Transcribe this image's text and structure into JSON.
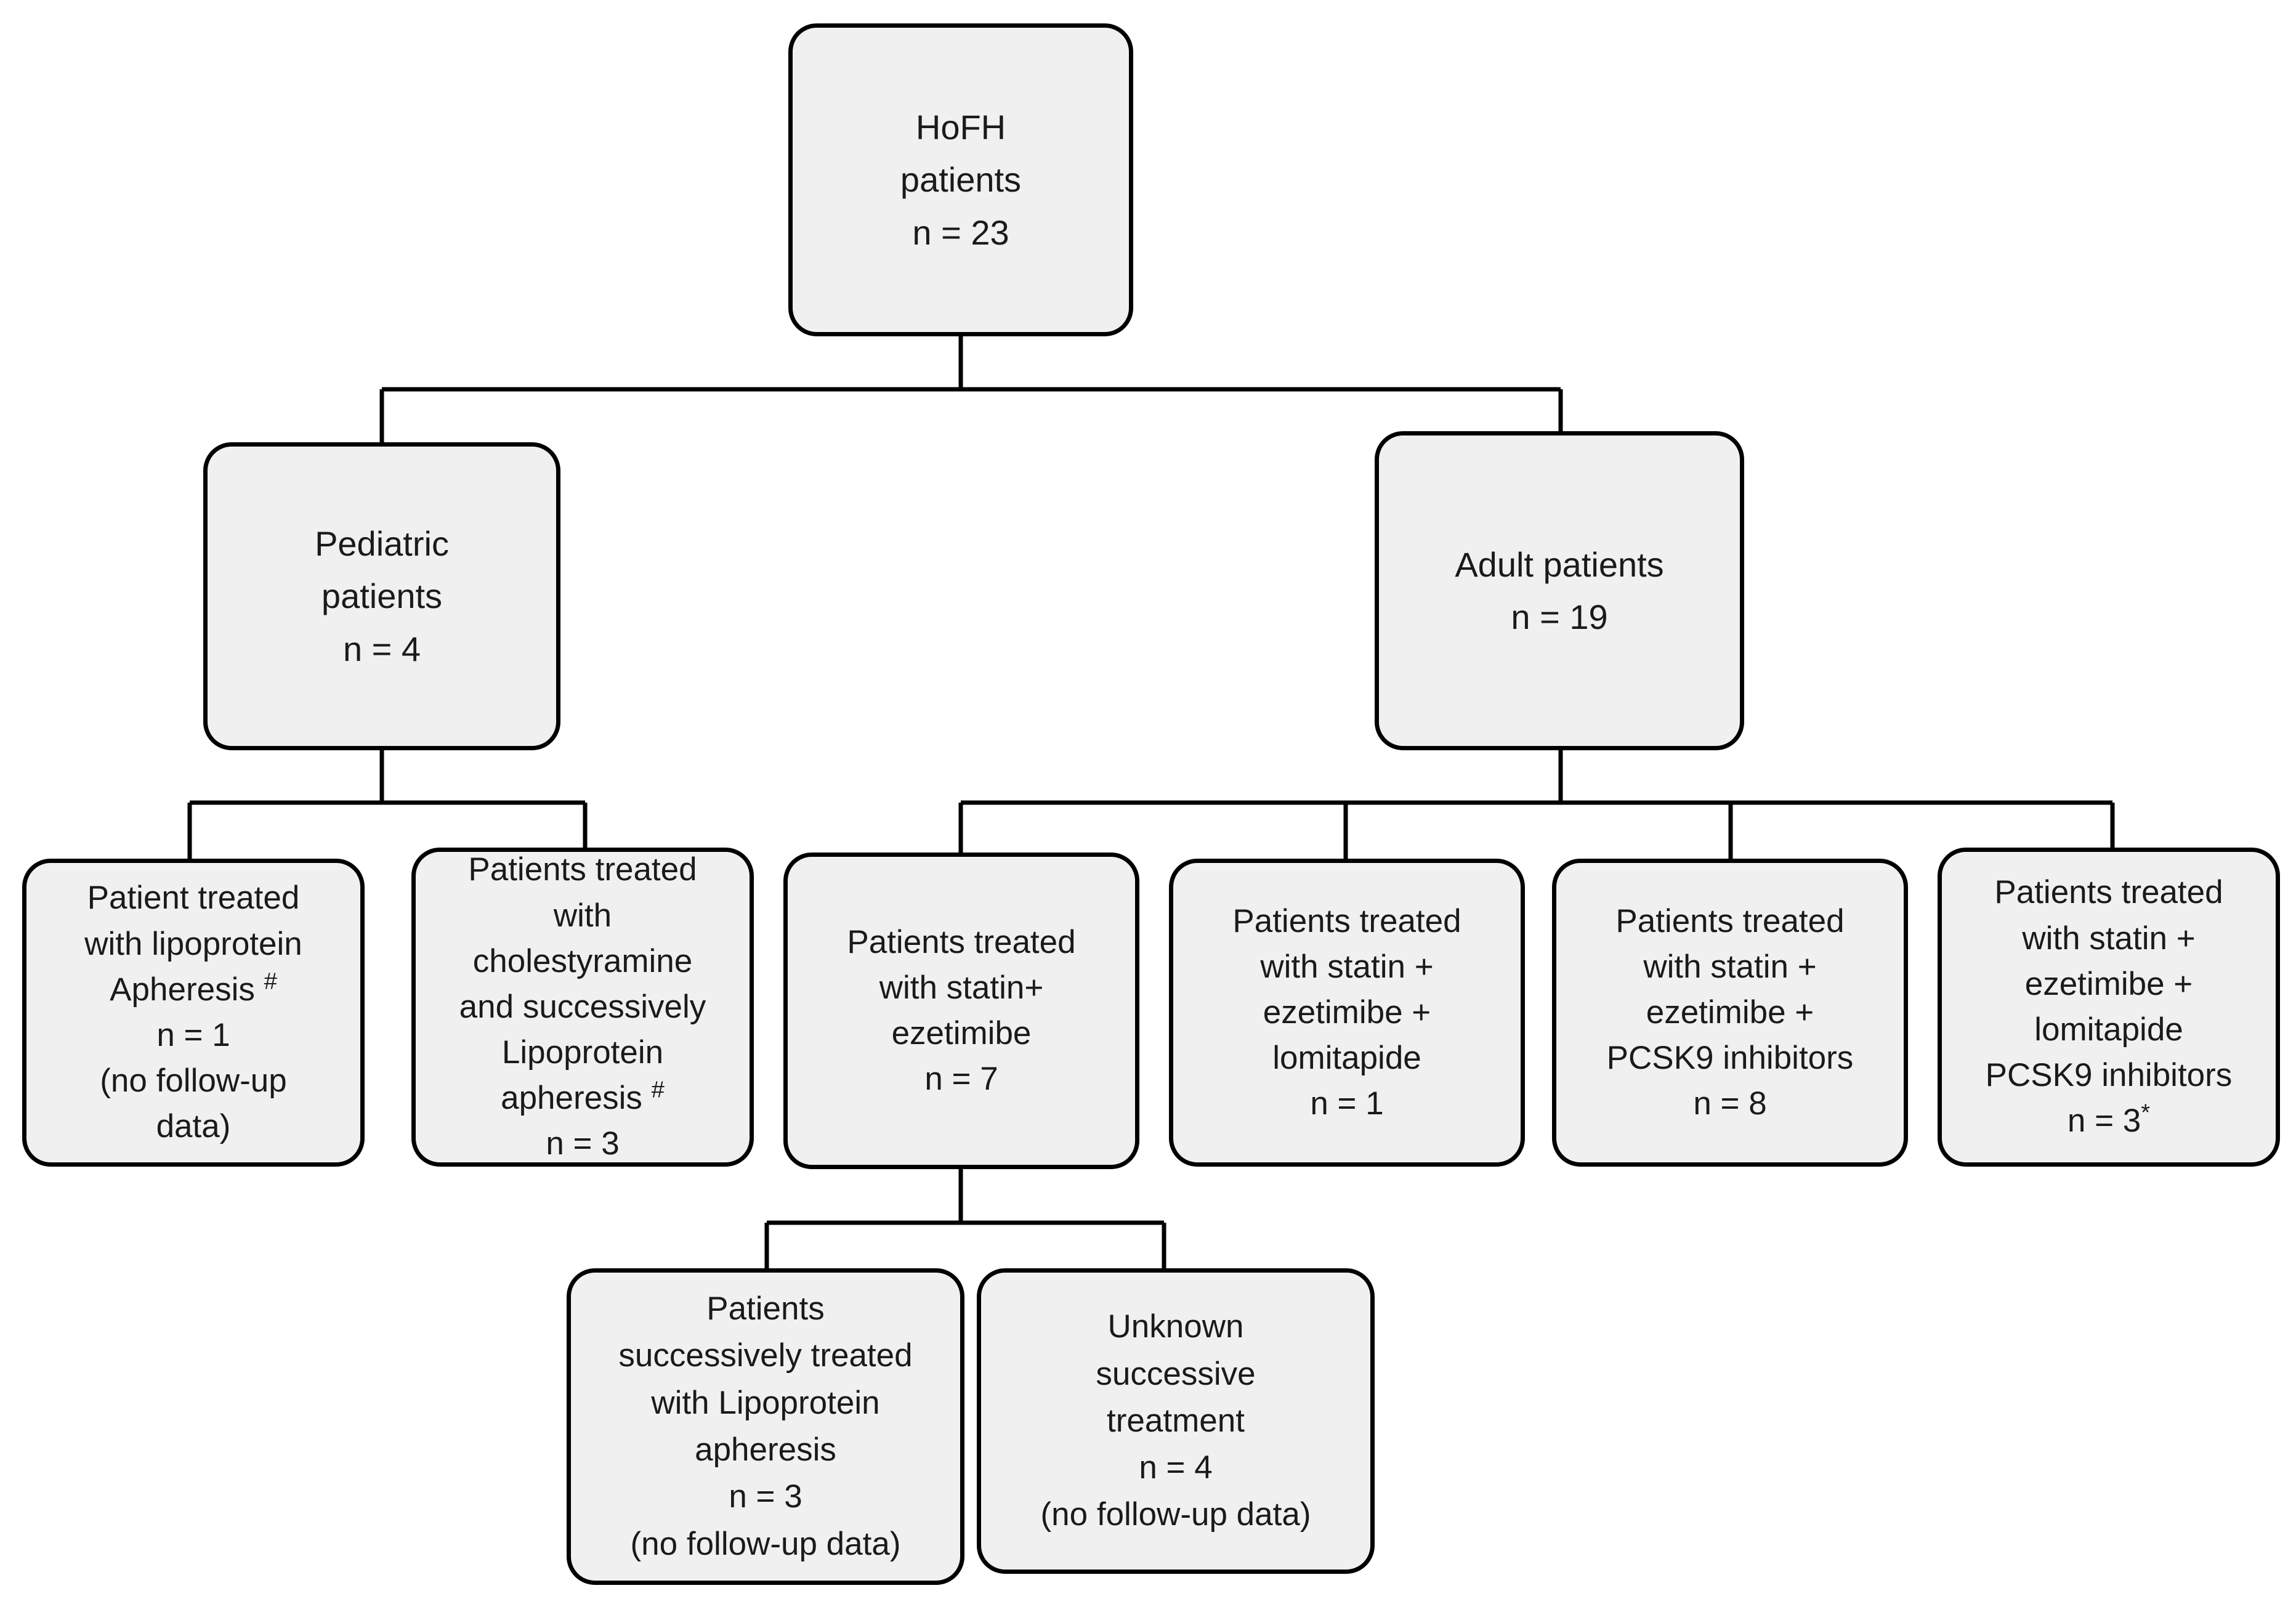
{
  "diagram": {
    "title": "HoFH patient treatment flow",
    "style": {
      "box_fill": "#f0f0f0",
      "box_border": "#000000",
      "connector_color": "#000000",
      "background": "#ffffff",
      "text_color": "#1a1a1a"
    },
    "footnote_markers": [
      "#",
      "*"
    ],
    "nodes": {
      "root": {
        "id": "hofh-patients",
        "lines": [
          "HoFH",
          "patients",
          "n = 23"
        ],
        "label": "HoFH patients",
        "count": 23,
        "count_text": "n = 23"
      },
      "pediatric": {
        "id": "pediatric-patients",
        "lines": [
          "Pediatric",
          "patients",
          "n = 4"
        ],
        "label": "Pediatric patients",
        "count": 4,
        "count_text": "n = 4"
      },
      "adult": {
        "id": "adult-patients",
        "lines": [
          "Adult patients",
          "n = 19"
        ],
        "label": "Adult patients",
        "count": 19,
        "count_text": "n = 19"
      },
      "ped_apheresis": {
        "id": "patient-lipoprotein-apheresis",
        "lines": [
          "Patient treated",
          "with lipoprotein",
          "Apheresis #",
          "n = 1",
          "(no follow-up",
          "data)"
        ],
        "label": "Patient treated with lipoprotein Apheresis #",
        "count": 1,
        "count_text": "n = 1",
        "note": "(no follow-up data)",
        "marker": "#"
      },
      "ped_cholestyramine": {
        "id": "patients-cholestyramine-apheresis",
        "lines": [
          "Patients treated",
          "with",
          "cholestyramine",
          "and successively",
          "Lipoprotein",
          "apheresis #",
          "n = 3"
        ],
        "label": "Patients treated with cholestyramine and successively Lipoprotein apheresis #",
        "count": 3,
        "count_text": "n = 3",
        "marker": "#"
      },
      "adult_statin_eze": {
        "id": "patients-statin-ezetimibe",
        "lines": [
          "Patients treated",
          "with statin+",
          "ezetimibe",
          "n = 7"
        ],
        "label": "Patients treated with statin+ ezetimibe",
        "count": 7,
        "count_text": "n = 7"
      },
      "adult_statin_eze_lomi": {
        "id": "patients-statin-ezetimibe-lomitapide",
        "lines": [
          "Patients treated",
          "with statin +",
          "ezetimibe +",
          "lomitapide",
          "n = 1"
        ],
        "label": "Patients treated with statin + ezetimibe + lomitapide",
        "count": 1,
        "count_text": "n = 1"
      },
      "adult_statin_eze_pcsk9": {
        "id": "patients-statin-ezetimibe-pcsk9",
        "lines": [
          "Patients treated",
          "with statin +",
          "ezetimibe +",
          "PCSK9 inhibitors",
          "n = 8"
        ],
        "label": "Patients treated with statin + ezetimibe + PCSK9 inhibitors",
        "count": 8,
        "count_text": "n = 8"
      },
      "adult_statin_eze_lomi_pcsk9": {
        "id": "patients-statin-ezetimibe-lomitapide-pcsk9",
        "lines": [
          "Patients treated",
          "with statin +",
          "ezetimibe +",
          "lomitapide",
          "PCSK9 inhibitors",
          "n = 3*"
        ],
        "label": "Patients treated with statin + ezetimibe + lomitapide PCSK9 inhibitors",
        "count": 3,
        "count_text": "n = 3*",
        "marker": "*"
      },
      "sub_apheresis": {
        "id": "patients-successive-lipoprotein-apheresis",
        "lines": [
          "Patients",
          "successively treated",
          "with Lipoprotein",
          "apheresis",
          "n = 3",
          "(no follow-up data)"
        ],
        "label": "Patients successively treated with Lipoprotein apheresis",
        "count": 3,
        "count_text": "n = 3",
        "note": "(no follow-up data)"
      },
      "sub_unknown": {
        "id": "unknown-successive-treatment",
        "lines": [
          "Unknown",
          "successive",
          "treatment",
          "n = 4",
          "(no follow-up data)"
        ],
        "label": "Unknown successive treatment",
        "count": 4,
        "count_text": "n = 4",
        "note": "(no follow-up data)"
      }
    },
    "edges": [
      {
        "from": "hofh-patients",
        "to": "pediatric-patients"
      },
      {
        "from": "hofh-patients",
        "to": "adult-patients"
      },
      {
        "from": "pediatric-patients",
        "to": "patient-lipoprotein-apheresis"
      },
      {
        "from": "pediatric-patients",
        "to": "patients-cholestyramine-apheresis"
      },
      {
        "from": "adult-patients",
        "to": "patients-statin-ezetimibe"
      },
      {
        "from": "adult-patients",
        "to": "patients-statin-ezetimibe-lomitapide"
      },
      {
        "from": "adult-patients",
        "to": "patients-statin-ezetimibe-pcsk9"
      },
      {
        "from": "adult-patients",
        "to": "patients-statin-ezetimibe-lomitapide-pcsk9"
      },
      {
        "from": "patients-statin-ezetimibe",
        "to": "patients-successive-lipoprotein-apheresis"
      },
      {
        "from": "patients-statin-ezetimibe",
        "to": "unknown-successive-treatment"
      }
    ]
  }
}
